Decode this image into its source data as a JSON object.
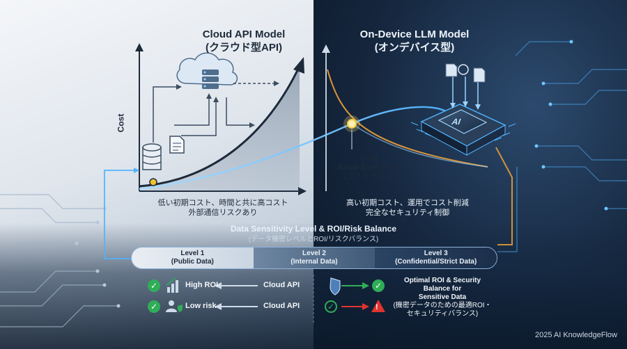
{
  "left": {
    "title_line1": "Cloud API Model",
    "title_line2": "(クラウド型API)",
    "y_axis_label": "Cost",
    "desc_line1": "低い初期コスト、時間と共に高コスト",
    "desc_line2": "外部通信リスクあり"
  },
  "right": {
    "title_line1": "On-Device LLM Model",
    "title_line2": "(オンデバイス型)",
    "chip_label": "AI",
    "desc_line1": "高い初期コスト、運用でコスト削減",
    "desc_line2": "完全なセキュリティ制御"
  },
  "break_even": {
    "line1": "Cost",
    "line2": "Break-Even Point",
    "line3": "(コスト分岐点)"
  },
  "section": {
    "title": "Data Sensitivity Level & ROI/Risk Balance",
    "subtitle": "(データ機密レベルとROI/リスクバランス)"
  },
  "levels": [
    {
      "name": "Level 1",
      "desc": "(Public Data)"
    },
    {
      "name": "Level 2",
      "desc": "(Internal Data)"
    },
    {
      "name": "Level 3",
      "desc": "(Confidential/Strict Data)"
    }
  ],
  "rows": {
    "row1_label": "High ROI",
    "row1_source": "Cloud API",
    "row2_label": "Low risk",
    "row2_source": "Cloud API",
    "check_glyph": "✓",
    "alert_glyph": "!"
  },
  "optimal": {
    "line1": "Optimal ROI & Security",
    "line2": "Balance for",
    "line3": "Sensitive Data",
    "line4": "(機密データのための最適ROI・",
    "line5": "セキュリティバランス)"
  },
  "footer": "2025 AI KnowledgeFlow",
  "colors": {
    "accent_blue": "#4fb3ff",
    "accent_orange": "#f0a23a",
    "check_green": "#2fae57",
    "alert_red": "#e0342f"
  }
}
